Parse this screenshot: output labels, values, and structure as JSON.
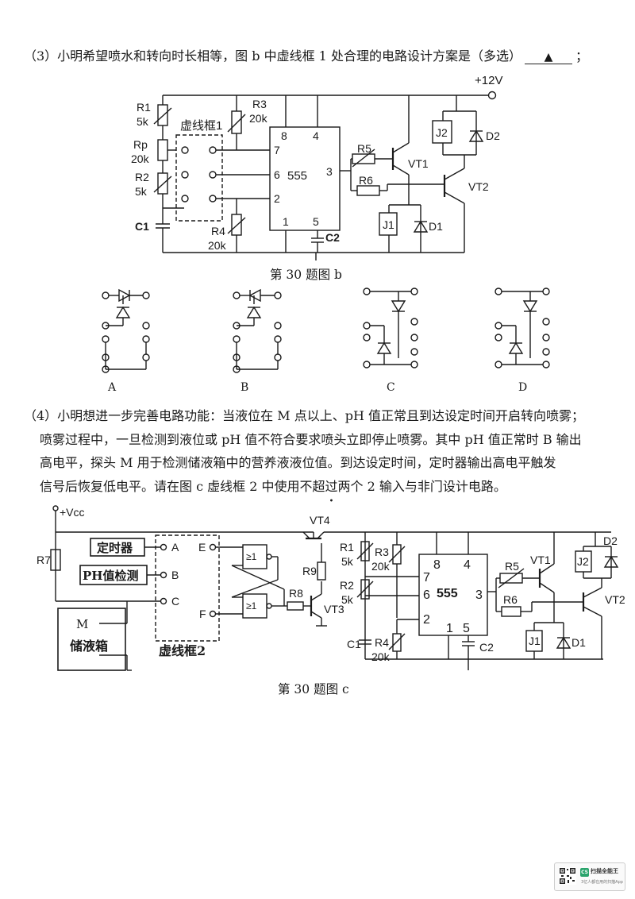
{
  "question3": {
    "prefix": "（3）小明希望喷水和转向时长相等，图 b 中虚线框 1 处合理的电路设计方案是（多选）",
    "blank_mark": "▲",
    "suffix": "；"
  },
  "figure_b": {
    "caption": "第 30 题图 b",
    "supply": "+12V",
    "r1": "R1",
    "r1_val": "5k",
    "rp": "Rp",
    "rp_val": "20k",
    "r2": "R2",
    "r2_val": "5k",
    "c1": "C1",
    "dashed_box": "虚线框1",
    "r3": "R3",
    "r3_val": "20k",
    "r4": "R4",
    "r4_val": "20k",
    "ic": "555",
    "pin8": "8",
    "pin4": "4",
    "pin7": "7",
    "pin6": "6",
    "pin3": "3",
    "pin2": "2",
    "pin1": "1",
    "pin5": "5",
    "c2": "C2",
    "r5": "R5",
    "r6": "R6",
    "vt1": "VT1",
    "vt2": "VT2",
    "j1": "J1",
    "j2": "J2",
    "d1": "D1",
    "d2": "D2"
  },
  "options": [
    "A",
    "B",
    "C",
    "D"
  ],
  "question4": {
    "line1": "（4）小明想进一步完善电路功能：当液位在 M 点以上、pH 值正常且到达设定时间开启转向喷雾；",
    "line2": "喷雾过程中，一旦检测到液位或 pH 值不符合要求喷头立即停止喷雾。其中 pH 值正常时 B 输出",
    "line3": "高电平，探头 M 用于检测储液箱中的营养液液位值。到达设定时间，定时器输出高电平触发",
    "line4_a": "信号后恢复低电平。请在图 c 虚线框 2 中使用",
    "line4_b": "不超过两个",
    "line4_c": " 2 输入与非门设计电路。"
  },
  "figure_c": {
    "caption": "第 30 题图 c",
    "vcc": "+Vcc",
    "r7": "R7",
    "timer": "定时器",
    "ph": "PH值检测",
    "tank_m": "M",
    "tank": "储液箱",
    "in_a": "A",
    "in_b": "B",
    "in_c": "C",
    "e": "E",
    "f": "F",
    "gate": "≥1",
    "dashed_box": "虚线框2",
    "r8": "R8",
    "r9": "R9",
    "vt3": "VT3",
    "vt4": "VT4",
    "r1": "R1",
    "r1_val": "5k",
    "r2": "R2",
    "r2_val": "5k",
    "r3": "R3",
    "r3_val": "20k",
    "r4": "R4",
    "r4_val": "20k",
    "c1": "C1",
    "c2": "C2",
    "ic": "555",
    "pin8": "8",
    "pin4": "4",
    "pin7": "7",
    "pin6": "6",
    "pin3": "3",
    "pin2": "2",
    "pin1": "1",
    "pin5": "5",
    "r5": "R5",
    "r6": "R6",
    "vt1": "VT1",
    "vt2": "VT2",
    "j1": "J1",
    "j2": "J2",
    "d1": "D1",
    "d2": "D2"
  },
  "watermark": {
    "logo": "CS",
    "title": "扫描全能王",
    "subtitle": "3亿人都在用的扫描App"
  }
}
